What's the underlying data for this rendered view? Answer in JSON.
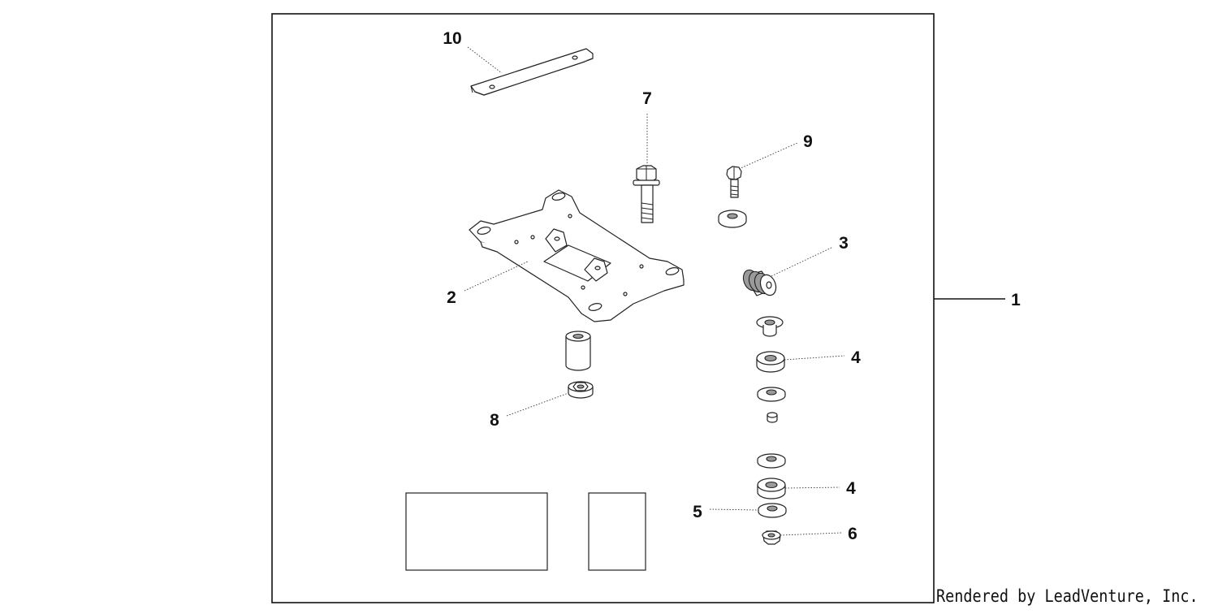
{
  "callouts": {
    "c1": "1",
    "c2": "2",
    "c3": "3",
    "c4a": "4",
    "c4b": "4",
    "c5": "5",
    "c6": "6",
    "c7": "7",
    "c8": "8",
    "c9": "9",
    "c10": "10"
  },
  "credit": "Rendered by LeadVenture, Inc."
}
